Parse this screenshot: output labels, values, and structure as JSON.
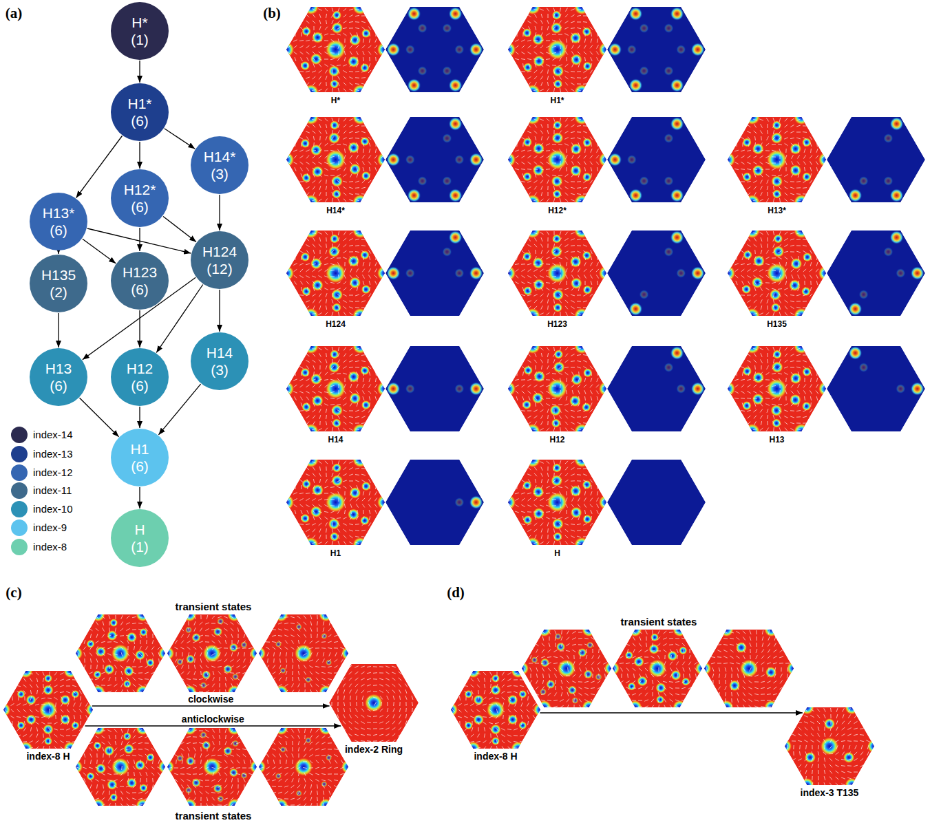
{
  "diagram": {
    "nodes": [
      {
        "text": [
          "H*",
          "(1)"
        ]
      },
      {
        "text": [
          "H1*",
          "(6)"
        ]
      },
      {
        "text": [
          "H14*",
          "(3)"
        ]
      },
      {
        "text": [
          "H12*",
          "(6)"
        ]
      },
      {
        "text": [
          "H13*",
          "(6)"
        ]
      },
      {
        "text": [
          "H124",
          "(12)"
        ]
      },
      {
        "text": [
          "H123",
          "(6)"
        ]
      },
      {
        "text": [
          "H135",
          "(2)"
        ]
      },
      {
        "text": [
          "H13",
          "(6)"
        ]
      },
      {
        "text": [
          "H12",
          "(6)"
        ]
      },
      {
        "text": [
          "H14",
          "(3)"
        ]
      },
      {
        "text": [
          "H1",
          "(6)"
        ]
      },
      {
        "text": [
          "H",
          "(1)"
        ]
      },
      {
        "text": [
          "index-8 H"
        ]
      },
      {
        "text": [
          "index-2 Ring"
        ]
      },
      {
        "text": [
          "index-8 H"
        ]
      },
      {
        "text": [
          "index-3 T135"
        ]
      }
    ],
    "edges": [
      {
        "from": 0,
        "to": 1,
        "arrow": "to"
      },
      {
        "from": 1,
        "to": 4,
        "arrow": "to"
      },
      {
        "from": 1,
        "to": 3,
        "arrow": "to"
      },
      {
        "from": 1,
        "to": 2,
        "arrow": "to"
      },
      {
        "from": 4,
        "to": 7,
        "arrow": "to"
      },
      {
        "from": 4,
        "to": 6,
        "arrow": "to"
      },
      {
        "from": 4,
        "to": 5,
        "arrow": "to"
      },
      {
        "from": 3,
        "to": 6,
        "arrow": "to"
      },
      {
        "from": 3,
        "to": 5,
        "arrow": "to"
      },
      {
        "from": 2,
        "to": 5,
        "arrow": "to"
      },
      {
        "from": 7,
        "to": 8,
        "arrow": "to"
      },
      {
        "from": 5,
        "to": 8,
        "arrow": "to"
      },
      {
        "from": 5,
        "to": 9,
        "arrow": "to"
      },
      {
        "from": 5,
        "to": 10,
        "arrow": "to"
      },
      {
        "from": 6,
        "to": 9,
        "arrow": "to"
      },
      {
        "from": 8,
        "to": 11,
        "arrow": "to"
      },
      {
        "from": 9,
        "to": 11,
        "arrow": "to"
      },
      {
        "from": 10,
        "to": 11,
        "arrow": "to"
      },
      {
        "from": 11,
        "to": 12,
        "arrow": "to"
      },
      {
        "from": 13,
        "to": 14,
        "arrow": "to",
        "label": "clockwise"
      },
      {
        "from": 13,
        "to": 14,
        "arrow": "to",
        "label": "anticlockwise"
      },
      {
        "from": 15,
        "to": 16,
        "arrow": "to"
      }
    ],
    "labels": [
      "(a)",
      "(b)",
      "(c)",
      "(d)",
      "H*",
      "H1*",
      "H14*",
      "H12*",
      "H13*",
      "H124",
      "H123",
      "H135",
      "H14",
      "H12",
      "H13",
      "H1",
      "H",
      "transient states",
      "transient states",
      "transient states"
    ],
    "legend": [
      {
        "text": "index-14",
        "color": "#2b2a4f"
      },
      {
        "text": "index-13",
        "color": "#1e3f8e"
      },
      {
        "text": "index-12",
        "color": "#3566b2"
      },
      {
        "text": "index-11",
        "color": "#3e6a8c"
      },
      {
        "text": "index-10",
        "color": "#2c91b6"
      },
      {
        "text": "index-9",
        "color": "#5cc3ee"
      },
      {
        "text": "index-8",
        "color": "#6dcfaf"
      }
    ]
  }
}
